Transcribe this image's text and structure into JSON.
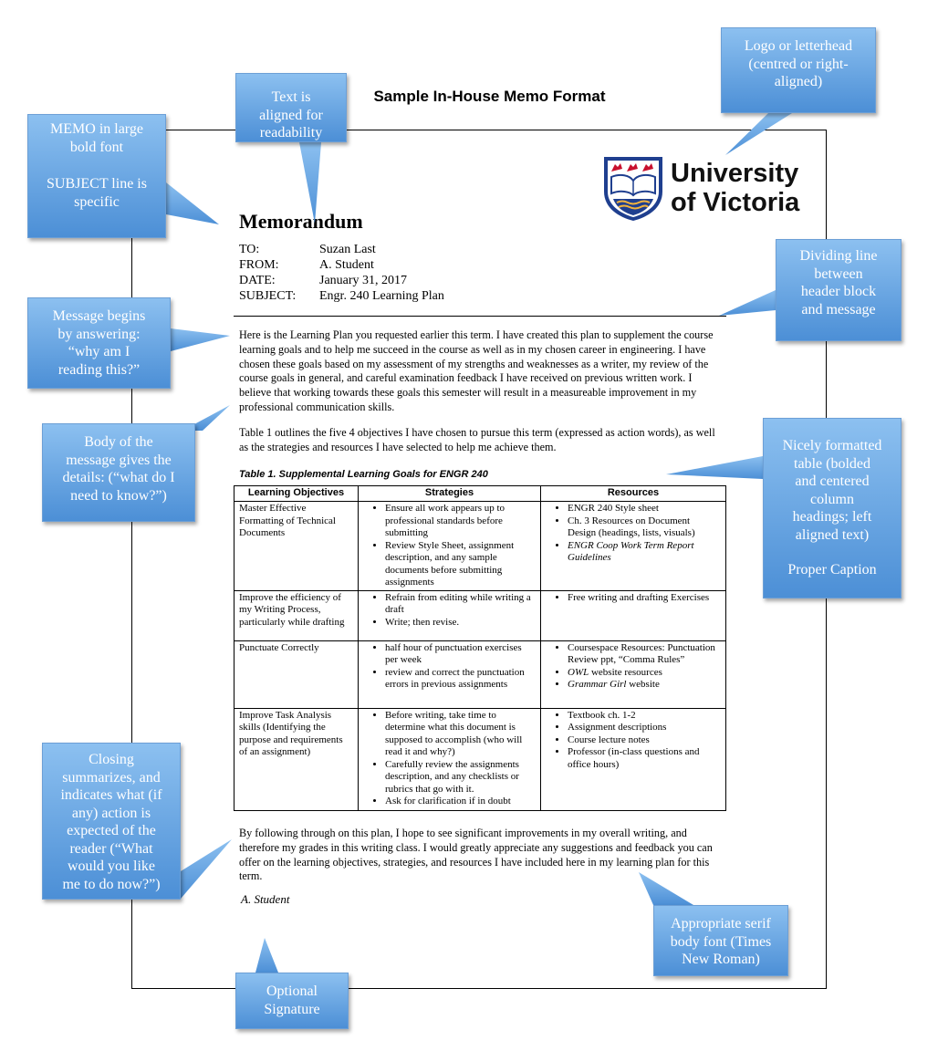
{
  "page_title": "Sample In-House Memo Format",
  "logo": {
    "line1": "University",
    "line2": "of Victoria"
  },
  "memo": {
    "heading": "Memorandum",
    "header_rows": [
      {
        "label": "TO:",
        "value": "Suzan Last"
      },
      {
        "label": "FROM:",
        "value": "A. Student"
      },
      {
        "label": "DATE:",
        "value": "January 31, 2017"
      },
      {
        "label": "SUBJECT:",
        "value": "Engr. 240 Learning Plan"
      }
    ],
    "paragraph1": "Here is the Learning Plan you requested earlier this term.  I have created this plan to supplement the course learning goals and to help me succeed in the course as well as in my chosen career in engineering.  I have chosen these goals based on my assessment of my strengths and weaknesses as a writer, my review of the course goals in general, and careful examination feedback I have received on previous written work.  I believe that working towards these goals this semester will result in a measureable improvement in my professional communication skills.",
    "paragraph2": "Table 1 outlines the five 4 objectives I have chosen to pursue this term (expressed as action words), as well as the strategies and resources I have selected to help me achieve them.",
    "table_caption": "Table 1. Supplemental Learning Goals for ENGR 240",
    "table": {
      "headers": [
        "Learning Objectives",
        "Strategies",
        "Resources"
      ],
      "rows": [
        {
          "objective": "Master Effective Formatting of Technical Documents",
          "strategies": [
            "Ensure all work appears up to professional standards before submitting",
            "Review Style Sheet, assignment description, and any sample documents before submitting assignments"
          ],
          "resources": [
            "ENGR 240 Style sheet",
            "Ch. 3 Resources on Document Design (headings, lists, visuals)",
            "ENGR Coop Work Term Report Guidelines"
          ]
        },
        {
          "objective": "Improve the efficiency of my Writing Process, particularly while drafting",
          "strategies": [
            "Refrain from editing while writing a draft",
            "Write; then revise."
          ],
          "resources": [
            "Free writing and drafting Exercises"
          ]
        },
        {
          "objective": "Punctuate Correctly",
          "strategies": [
            "half  hour of punctuation exercises per week",
            "review and correct the punctuation errors in previous assignments"
          ],
          "resources": [
            "Coursespace Resources: Punctuation Review ppt, “Comma Rules”",
            "OWL website resources",
            "Grammar Girl website"
          ]
        },
        {
          "objective": "Improve Task Analysis skills (Identifying the purpose and requirements of an assignment)",
          "strategies": [
            "Before writing, take time to determine what this document is supposed to accomplish (who will read it and why?)",
            "Carefully review the assignments description, and any checklists or rubrics that go with it.",
            "Ask for clarification if in doubt"
          ],
          "resources": [
            "Textbook ch. 1-2",
            "Assignment descriptions",
            "Course lecture notes",
            "Professor (in-class questions and office hours)"
          ]
        }
      ],
      "resource_italic_parts": {
        "owl": "OWL",
        "owl_rest": " website resources",
        "grammar": "Grammar Girl",
        "grammar_rest": " website"
      }
    },
    "closing": "By following through on this plan, I hope to see significant improvements in my overall writing, and therefore my grades in this writing class.  I would greatly appreciate any suggestions and feedback you can offer on the learning objectives, strategies, and resources I have included here in my learning plan for this term.",
    "signature": "A. Student"
  },
  "callouts": {
    "memo_subject": {
      "line1": "MEMO in large",
      "line2": "bold font",
      "line3": "SUBJECT line is",
      "line4": "specific"
    },
    "text_aligned": {
      "line1": "Text is",
      "line2": "aligned for",
      "line3": "readability"
    },
    "logo": {
      "line1": "Logo or letterhead",
      "line2": "(centred or right-",
      "line3": "aligned)"
    },
    "dividing_line": {
      "line1": "Dividing line",
      "line2": "between",
      "line3": "header block",
      "line4": "and message"
    },
    "message_begins": {
      "line1": "Message begins",
      "line2": "by answering:",
      "line3": "“why am I",
      "line4": "reading this?”"
    },
    "body": {
      "line1": "Body of the",
      "line2": "message gives the",
      "line3": "details:  (“what do I",
      "line4": "need to know?”)"
    },
    "table": {
      "line1": "Nicely formatted",
      "line2": "table (bolded",
      "line3": "and centered",
      "line4": "column",
      "line5": "headings; left",
      "line6": "aligned text)",
      "line7": "Proper Caption"
    },
    "closing": {
      "line1": "Closing",
      "line2": "summarizes, and",
      "line3": "indicates what (if",
      "line4": "any) action is",
      "line5": "expected of the",
      "line6": "reader (“What",
      "line7": "would you like",
      "line8": "me to do now?”)"
    },
    "font": {
      "line1": "Appropriate serif",
      "line2": "body font (Times",
      "line3": "New Roman)"
    },
    "signature": {
      "line1": "Optional",
      "line2": "Signature"
    }
  },
  "colors": {
    "callout_top": "#8cc0f0",
    "callout_bottom": "#4c8fd6",
    "logo_blue": "#1f3f8f",
    "logo_red": "#c8102e",
    "logo_gold": "#f2b33d"
  }
}
